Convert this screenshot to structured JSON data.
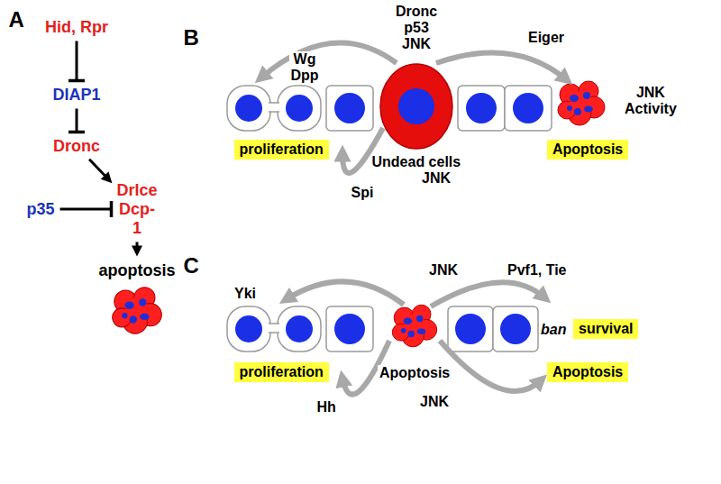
{
  "diagram": {
    "nodes": [
      {
        "text": [
          "Hid, Rpr"
        ]
      },
      {
        "text": [
          "DIAP1"
        ]
      },
      {
        "text": [
          "Dronc"
        ]
      },
      {
        "text": [
          "p35"
        ]
      },
      {
        "text": [
          "DrIce Dcp-1"
        ]
      },
      {
        "text": [
          "apoptosis"
        ]
      },
      {
        "text": [
          "proliferation"
        ]
      },
      {
        "text": [
          "Apoptosis"
        ]
      },
      {
        "text": [
          "survival"
        ]
      },
      {
        "text": [
          "proliferation"
        ]
      },
      {
        "text": [
          "Apoptosis"
        ]
      }
    ],
    "edges": [
      {
        "from": 0,
        "to": 1,
        "arrow": "to"
      },
      {
        "from": 1,
        "to": 2,
        "arrow": "to"
      },
      {
        "from": 2,
        "to": 4,
        "arrow": "to"
      },
      {
        "from": 3,
        "to": 4,
        "arrow": "to"
      },
      {
        "from": 4,
        "to": 5,
        "arrow": "to"
      }
    ],
    "labels": [
      "A",
      "B",
      "C",
      "Dronc p53 JNK",
      "Wg Dpp",
      "Eiger",
      "JNK Activity",
      "Undead cells",
      "Spi",
      "JNK",
      "JNK",
      "Pvf1, Tie",
      "Yki",
      "ban",
      "Apoptosis",
      "Hh",
      "JNK"
    ]
  }
}
